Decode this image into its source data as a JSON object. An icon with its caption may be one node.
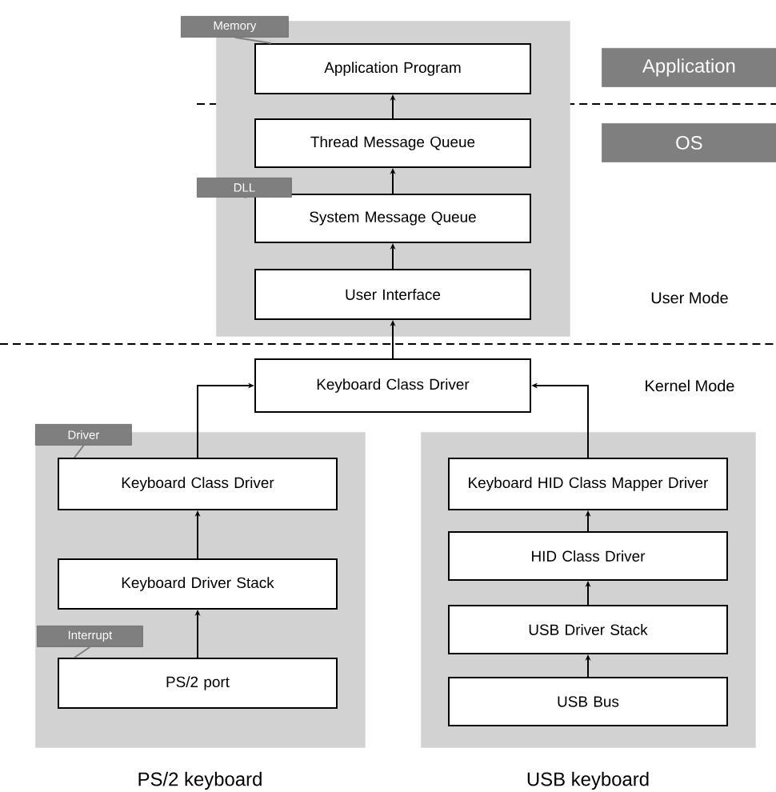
{
  "diagram": {
    "nodes": [
      {
        "text": [],
        "shape": "box"
      },
      {
        "text": [
          "Application Program"
        ],
        "in": 0
      },
      {
        "text": [
          "Thread Message Queue"
        ],
        "in": 0
      },
      {
        "text": [
          "System Message Queue"
        ],
        "in": 0
      },
      {
        "text": [
          "User Interface"
        ],
        "in": 0
      },
      {
        "text": [
          "Keyboard Class Driver"
        ]
      },
      {
        "text": [],
        "shape": "box",
        "beside": [
          "PS/2 keyboard"
        ]
      },
      {
        "text": [
          "Keyboard Class Driver"
        ],
        "in": 6
      },
      {
        "text": [
          "Keyboard Driver Stack"
        ],
        "in": 6
      },
      {
        "text": [
          "PS/2 port"
        ],
        "in": 6
      },
      {
        "text": [],
        "shape": "box",
        "beside": [
          "USB keyboard"
        ]
      },
      {
        "text": [
          "Keyboard HID Class Mapper Driver"
        ],
        "in": 10
      },
      {
        "text": [
          "HID Class Driver"
        ],
        "in": 10
      },
      {
        "text": [
          "USB Driver Stack"
        ],
        "in": 10
      },
      {
        "text": [
          "USB Bus"
        ],
        "in": 10
      },
      {
        "text": [
          "Application"
        ]
      },
      {
        "text": [
          "OS"
        ]
      },
      {
        "text": [
          "Memory"
        ]
      },
      {
        "text": [
          "DLL"
        ]
      },
      {
        "text": [
          "Driver"
        ]
      },
      {
        "text": [
          "Interrupt"
        ],
        "in": 6
      }
    ],
    "edges": [
      {
        "from": 2,
        "to": 1,
        "arrow": "to"
      },
      {
        "from": 3,
        "to": 2,
        "arrow": "to"
      },
      {
        "from": 4,
        "to": 3,
        "arrow": "to"
      },
      {
        "from": 5,
        "to": 4,
        "arrow": "to"
      },
      {
        "from": 7,
        "to": 5,
        "arrow": "to"
      },
      {
        "from": 11,
        "to": 5,
        "arrow": "to"
      },
      {
        "from": 8,
        "to": 7,
        "arrow": "to"
      },
      {
        "from": 9,
        "to": 8,
        "arrow": "to"
      },
      {
        "from": 12,
        "to": 11,
        "arrow": "to"
      },
      {
        "from": 13,
        "to": 12,
        "arrow": "to"
      },
      {
        "from": 14,
        "to": 13,
        "arrow": "to"
      },
      {
        "from": 17,
        "to": 1,
        "arrow": "none",
        "color": "#7f7f7f"
      },
      {
        "from": 18,
        "to": 3,
        "arrow": "none",
        "color": "#7f7f7f"
      },
      {
        "from": 19,
        "to": 7,
        "arrow": "none",
        "color": "#7f7f7f"
      },
      {
        "from": 20,
        "to": 9,
        "arrow": "none",
        "color": "#7f7f7f"
      }
    ],
    "labels": [
      "User Mode",
      "Kernel Mode"
    ]
  }
}
